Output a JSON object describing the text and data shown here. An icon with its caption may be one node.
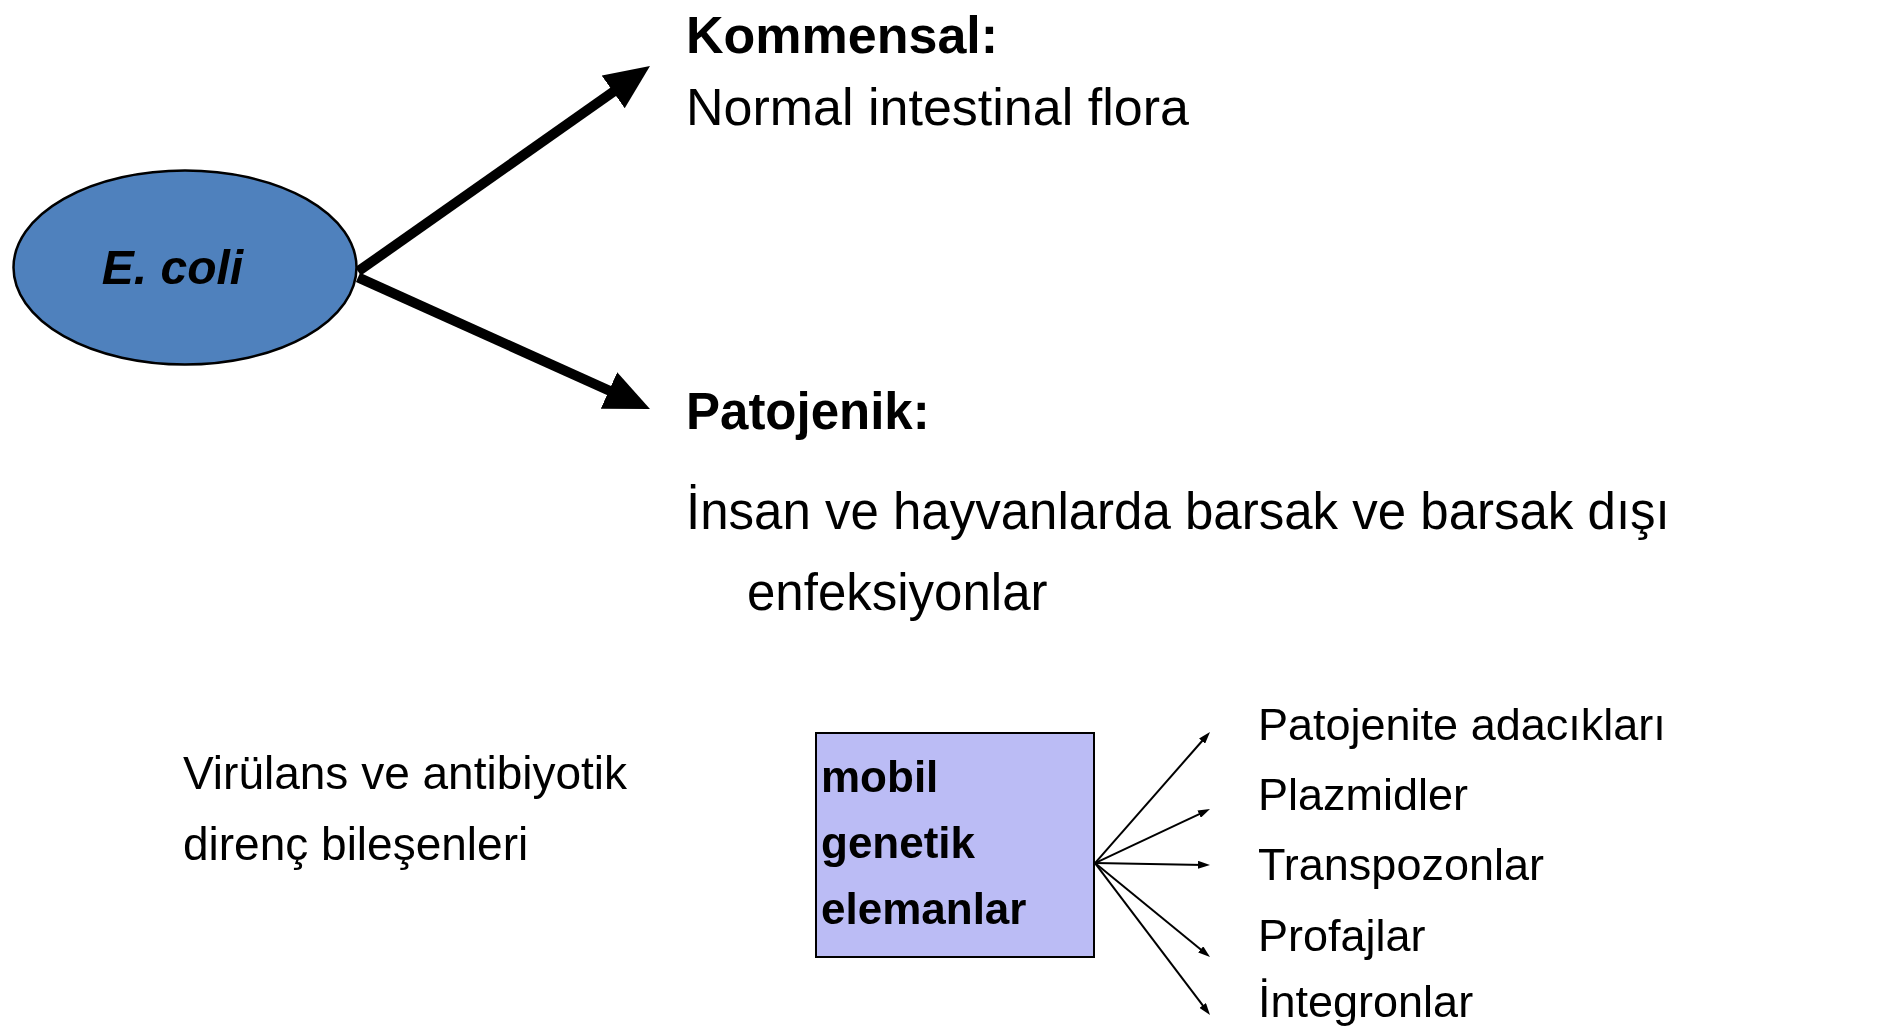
{
  "diagram": {
    "nodes": [
      {
        "text": [
          "E. coli"
        ]
      },
      {
        "text": [
          "Kommensal:",
          "Normal intestinal flora"
        ]
      },
      {
        "text": [
          "Patojenik:",
          "İnsan ve hayvanlarda barsak ve barsak dışı enfeksiyonlar"
        ]
      },
      {
        "text": [
          "mobil genetik elemanlar"
        ]
      },
      {
        "text": [
          "Patojenite adacıkları"
        ]
      },
      {
        "text": [
          "Plazmidler"
        ]
      },
      {
        "text": [
          "Transpozonlar"
        ]
      },
      {
        "text": [
          "Profajlar"
        ]
      },
      {
        "text": [
          "İntegronlar"
        ]
      }
    ],
    "edges": [
      {
        "from": 0,
        "to": 1,
        "arrow": "to",
        "style": "thick"
      },
      {
        "from": 0,
        "to": 2,
        "arrow": "to",
        "style": "thick"
      },
      {
        "from": 3,
        "to": 4,
        "arrow": "to"
      },
      {
        "from": 3,
        "to": 5,
        "arrow": "to"
      },
      {
        "from": 3,
        "to": 6,
        "arrow": "to"
      },
      {
        "from": 3,
        "to": 7,
        "arrow": "to"
      },
      {
        "from": 3,
        "to": 8,
        "arrow": "to"
      }
    ],
    "labels": [
      "Virülans ve antibiyotik direnç bileşenleri"
    ]
  }
}
